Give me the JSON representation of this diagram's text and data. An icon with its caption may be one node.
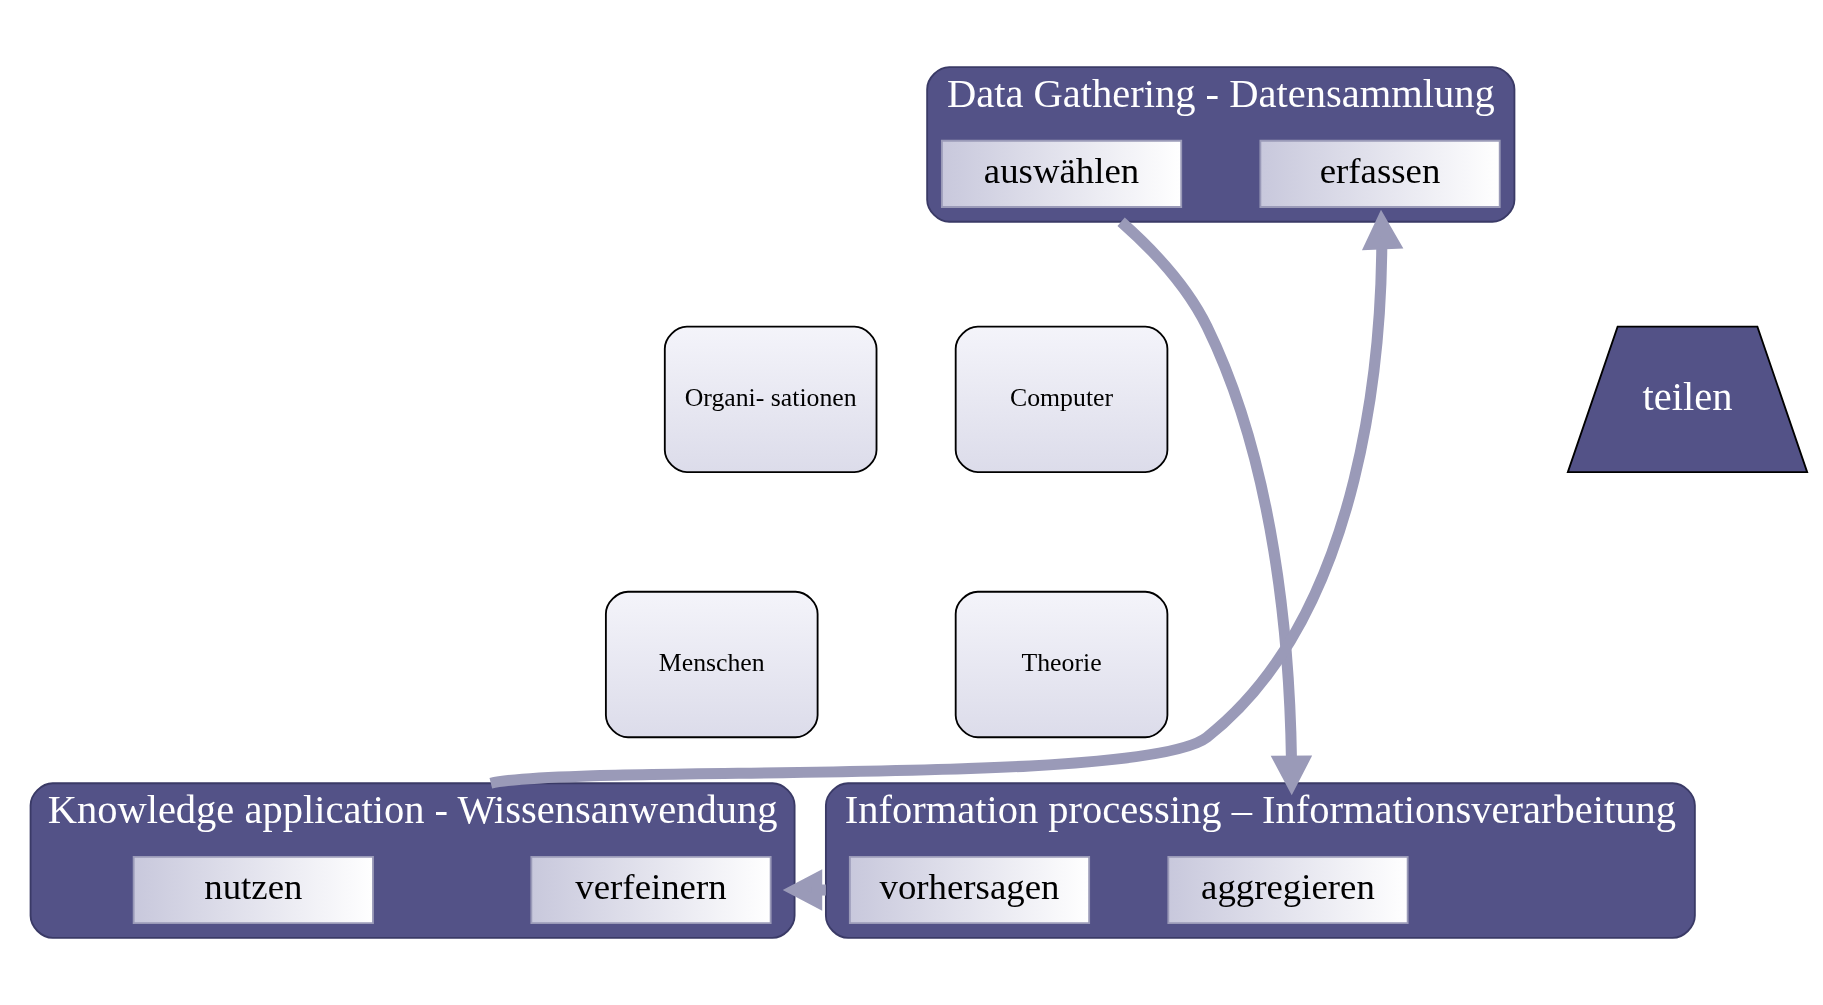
{
  "diagram": {
    "nodes": [
      {
        "text": [
          "Data Gathering - Datensammlung"
        ]
      },
      {
        "text": [
          "erfassen"
        ],
        "in": 0
      },
      {
        "text": [
          "auswählen"
        ],
        "in": 0
      },
      {
        "text": [
          "teilen"
        ]
      },
      {
        "text": [
          "Organi- sationen"
        ]
      },
      {
        "text": [
          "Computer"
        ]
      },
      {
        "text": [
          "Menschen"
        ]
      },
      {
        "text": [
          "Theorie"
        ]
      },
      {
        "text": [
          "Knowledge application - Wissensanwendung"
        ]
      },
      {
        "text": [
          "verfeinern"
        ],
        "in": 8
      },
      {
        "text": [
          "nutzen"
        ],
        "in": 8
      },
      {
        "text": [
          "Information processing – Informationsverarbeitung"
        ]
      },
      {
        "text": [
          "aggregieren"
        ],
        "in": 11
      },
      {
        "text": [
          "vorhersagen"
        ],
        "in": 11
      }
    ],
    "edges": [
      {
        "from": 0,
        "to": 11,
        "arrow": "to"
      },
      {
        "from": 11,
        "to": 8,
        "arrow": "to"
      },
      {
        "from": 8,
        "to": 0,
        "arrow": "to"
      }
    ]
  }
}
